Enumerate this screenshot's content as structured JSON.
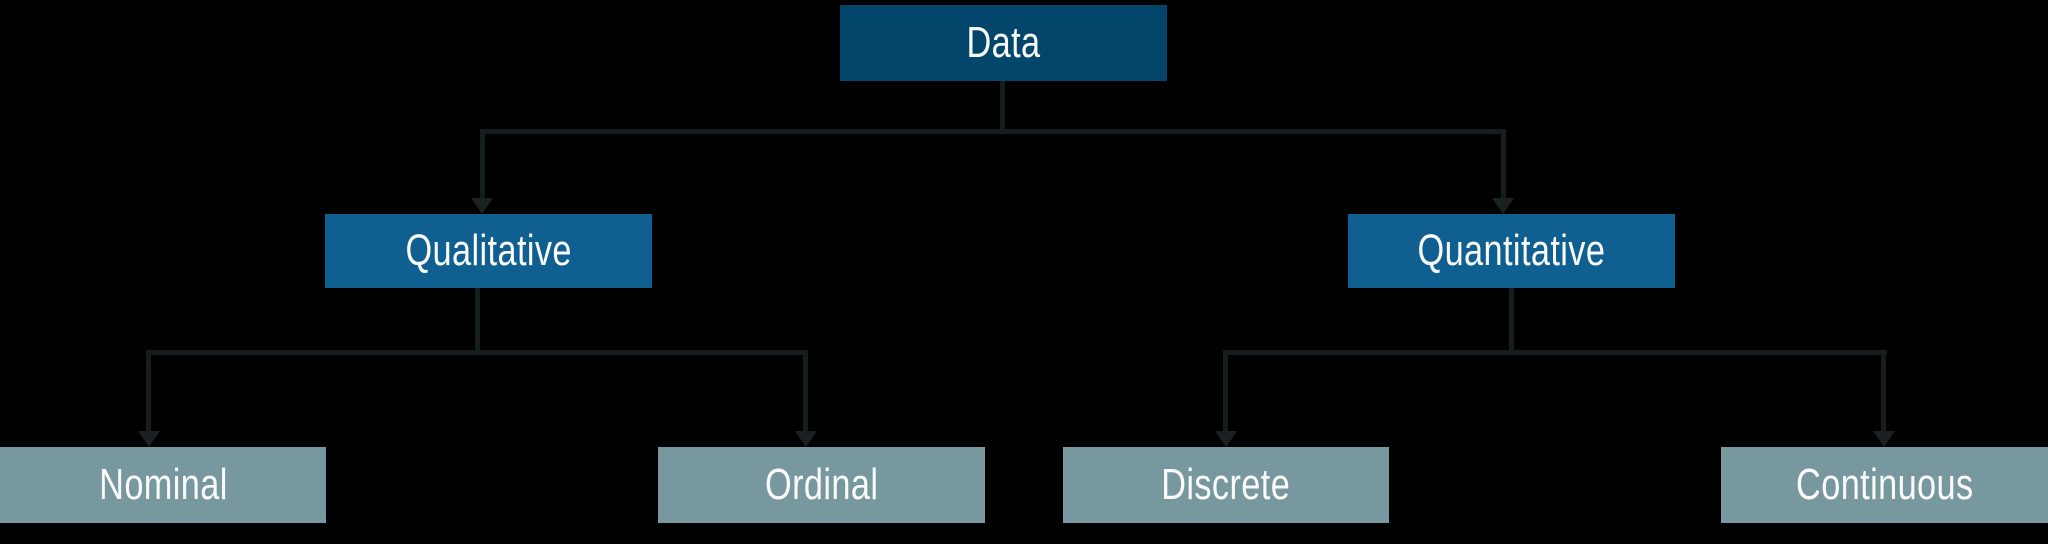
{
  "diagram": {
    "type": "tree",
    "background_color": "#000000",
    "connector_color": "#161d1e",
    "arrowhead_color": "#1b2122",
    "text_color": "#fafafa",
    "nodes": [
      {
        "id": "data",
        "label": "Data",
        "level": 0,
        "parent": null,
        "fill": "#03466b"
      },
      {
        "id": "qualitative",
        "label": "Qualitative",
        "level": 1,
        "parent": "Data",
        "fill": "#0f5f90"
      },
      {
        "id": "quantitative",
        "label": "Quantitative",
        "level": 1,
        "parent": "Data",
        "fill": "#0f5f90"
      },
      {
        "id": "nominal",
        "label": "Nominal",
        "level": 2,
        "parent": "Qualitative",
        "fill": "#78989f"
      },
      {
        "id": "ordinal",
        "label": "Ordinal",
        "level": 2,
        "parent": "Qualitative",
        "fill": "#78989f"
      },
      {
        "id": "discrete",
        "label": "Discrete",
        "level": 2,
        "parent": "Quantitative",
        "fill": "#78989f"
      },
      {
        "id": "continuous",
        "label": "Continuous",
        "level": 2,
        "parent": "Quantitative",
        "fill": "#78989f"
      }
    ],
    "edges": [
      {
        "from": "Data",
        "to": "Qualitative"
      },
      {
        "from": "Data",
        "to": "Quantitative"
      },
      {
        "from": "Qualitative",
        "to": "Nominal"
      },
      {
        "from": "Qualitative",
        "to": "Ordinal"
      },
      {
        "from": "Quantitative",
        "to": "Discrete"
      },
      {
        "from": "Quantitative",
        "to": "Continuous"
      }
    ]
  }
}
